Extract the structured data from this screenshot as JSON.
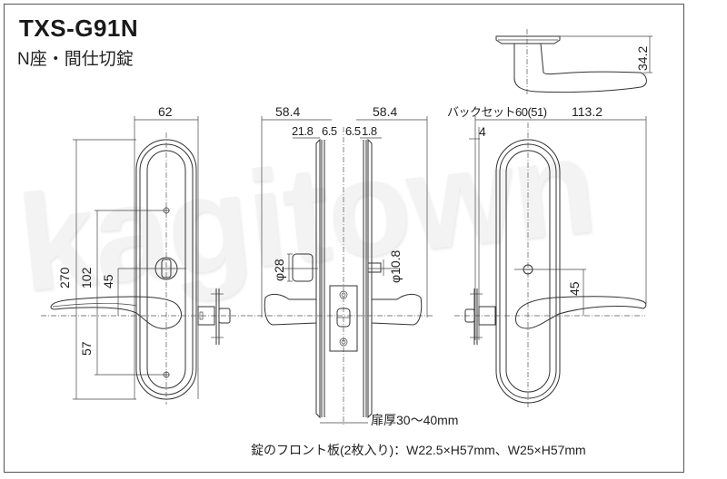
{
  "header": {
    "title": "TXS-G91N",
    "subtitle": "N座・間仕切錠"
  },
  "watermark": "kagitown",
  "front_view": {
    "width_dim": "62",
    "height_dim": "270",
    "screw_pitch_upper": "102",
    "thumbturn_offset": "45",
    "screw_pitch_lower": "57"
  },
  "side_view": {
    "left_projection": "58.4",
    "right_projection": "58.4",
    "left_depth": "21.8",
    "left_gap": "6.5",
    "right_gap": "6.5",
    "right_depth": "1.8",
    "rose_diameter": "φ28",
    "spindle_diameter": "φ10.8",
    "door_thickness": "扉厚30〜40mm"
  },
  "back_view": {
    "backset": "バックセット60(51)",
    "lever_length": "113.2",
    "front_plate_offset": "4",
    "coin_release_offset": "45"
  },
  "top_view": {
    "lever_height": "34.2"
  },
  "footer": {
    "note": "錠のフロント板(2枚入り)：W22.5×H57mm、W25×H57mm"
  }
}
